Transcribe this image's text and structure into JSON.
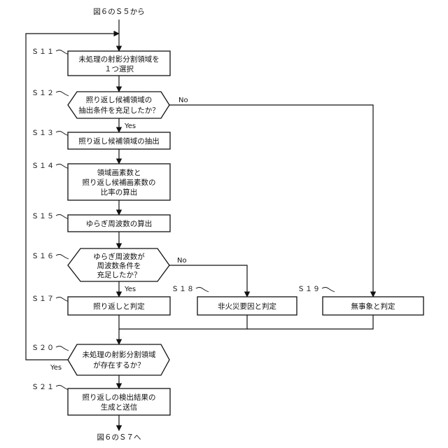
{
  "connectors": {
    "start": "図６のＳ５から",
    "end": "図６のＳ７へ"
  },
  "steps": {
    "s11": {
      "label": "Ｓ１１",
      "lines": [
        "未処理の射影分割領域を",
        "１つ選択"
      ]
    },
    "s12": {
      "label": "Ｓ１２",
      "lines": [
        "照り返し候補領域の",
        "抽出条件を充足したか？"
      ]
    },
    "s13": {
      "label": "Ｓ１３",
      "lines": [
        "照り返し候補領域の抽出"
      ]
    },
    "s14": {
      "label": "Ｓ１４",
      "lines": [
        "領域画素数と",
        "照り返し候補画素数の",
        "比率の算出"
      ]
    },
    "s15": {
      "label": "Ｓ１５",
      "lines": [
        "ゆらぎ周波数の算出"
      ]
    },
    "s16": {
      "label": "Ｓ１６",
      "lines": [
        "ゆらぎ周波数が",
        "周波数条件を",
        "充足したか？"
      ]
    },
    "s17": {
      "label": "Ｓ１７",
      "lines": [
        "照り返しと判定"
      ]
    },
    "s18": {
      "label": "Ｓ１８",
      "lines": [
        "非火災要因と判定"
      ]
    },
    "s19": {
      "label": "Ｓ１９",
      "lines": [
        "無事象と判定"
      ]
    },
    "s20": {
      "label": "Ｓ２０",
      "lines": [
        "未処理の射影分割領域",
        "が存在するか？"
      ]
    },
    "s21": {
      "label": "Ｓ２１",
      "lines": [
        "照り返しの検出結果の",
        "生成と送信"
      ]
    }
  },
  "branches": {
    "s12_yes": "Yes",
    "s12_no": "No",
    "s16_yes": "Yes",
    "s16_no": "No",
    "s20_yes": "Yes"
  }
}
